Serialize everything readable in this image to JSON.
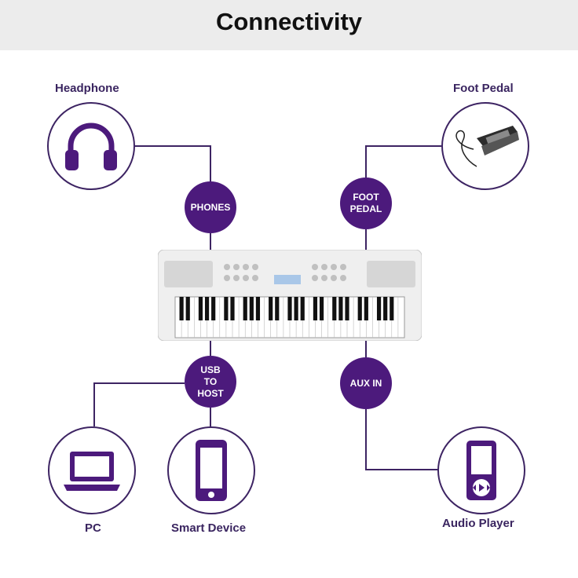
{
  "title": "Connectivity",
  "ports": {
    "phones": "PHONES",
    "foot_pedal_line1": "FOOT",
    "foot_pedal_line2": "PEDAL",
    "usb_line1": "USB",
    "usb_line2": "TO",
    "usb_line3": "HOST",
    "aux_in": "AUX IN"
  },
  "devices": {
    "headphone": "Headphone",
    "foot_pedal": "Foot Pedal",
    "pc": "PC",
    "smart_device": "Smart Device",
    "audio_player": "Audio Player"
  },
  "colors": {
    "port_fill": "#4c1a7c",
    "label_text": "#3a2560",
    "line": "#3d2463",
    "title_band": "#ececec"
  }
}
